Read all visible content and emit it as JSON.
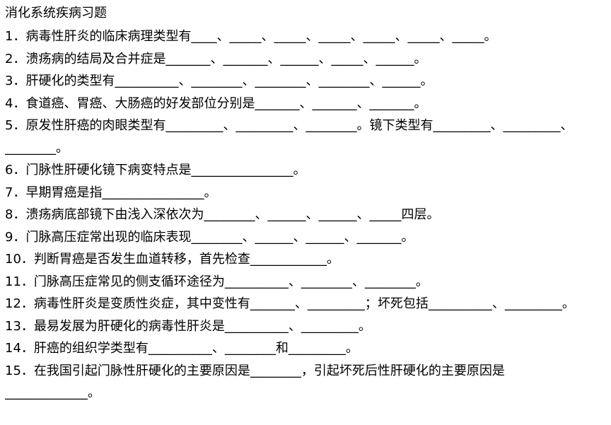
{
  "title": "消化系统疾病习题",
  "questions": [
    {
      "num": "1．",
      "text": "病毒性肝炎的临床病理类型有____、_____、_____、_____、_____、_____、_____。"
    },
    {
      "num": "2．",
      "text": "溃疡病的结局及合并症是_______、_______、______、_____、______。"
    },
    {
      "num": "3．",
      "text": "肝硬化的类型有__________、________、________、________、______。"
    },
    {
      "num": "4．",
      "text": "食道癌、胃癌、大肠癌的好发部位分别是_______、_______、_______。"
    },
    {
      "num": "5．",
      "text": "原发性肝癌的肉眼类型有_________、_________、________。镜下类型有_________、_________、________。"
    },
    {
      "num": "6．",
      "text": "门脉性肝硬化镜下病变特点是________________。"
    },
    {
      "num": "7．",
      "text": "早期胃癌是指________________。"
    },
    {
      "num": "8．",
      "text": "溃疡病底部镜下由浅入深依次为________、______、______、_____四层。"
    },
    {
      "num": "9．",
      "text": "门脉高压症常出现的临床表现________、______、______、_______。"
    },
    {
      "num": "10．",
      "text": "判断胃癌是否发生血道转移，首先检查____________。"
    },
    {
      "num": "11．",
      "text": "门脉高压症常见的侧支循环途径为__________、________、________。"
    },
    {
      "num": "12．",
      "text": "病毒性肝炎是变质性炎症，其中变性有_______、_________；坏死包括__________、_________。"
    },
    {
      "num": "13．",
      "text": "最易发展为肝硬化的病毒性肝炎是__________、_________。"
    },
    {
      "num": "14．",
      "text": "肝癌的组织学类型有__________、________和_________。"
    },
    {
      "num": "15．",
      "text": "在我国引起门脉性肝硬化的主要原因是________，引起坏死后性肝硬化的主要原因是_____________。"
    }
  ]
}
